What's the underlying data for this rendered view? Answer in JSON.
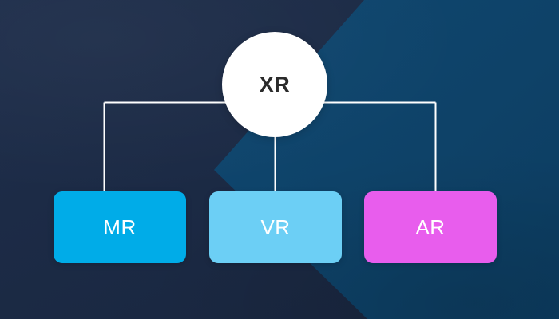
{
  "diagram": {
    "type": "hierarchy-tree",
    "root": {
      "label": "XR",
      "shape": "circle",
      "fill": "#ffffff",
      "text_color": "#2b2b2b"
    },
    "children": [
      {
        "id": "mr",
        "label": "MR",
        "shape": "rounded-rect",
        "fill": "#00ace8",
        "text_color": "#ffffff"
      },
      {
        "id": "vr",
        "label": "VR",
        "shape": "rounded-rect",
        "fill": "#6ccff5",
        "text_color": "#ffffff"
      },
      {
        "id": "ar",
        "label": "AR",
        "shape": "rounded-rect",
        "fill": "#e85ded",
        "text_color": "#ffffff"
      }
    ],
    "connector_color": "#ffffff"
  },
  "background": {
    "base_color": "#1c2b47",
    "accent_color": "#0e4268",
    "accent_shape": "chevron"
  }
}
